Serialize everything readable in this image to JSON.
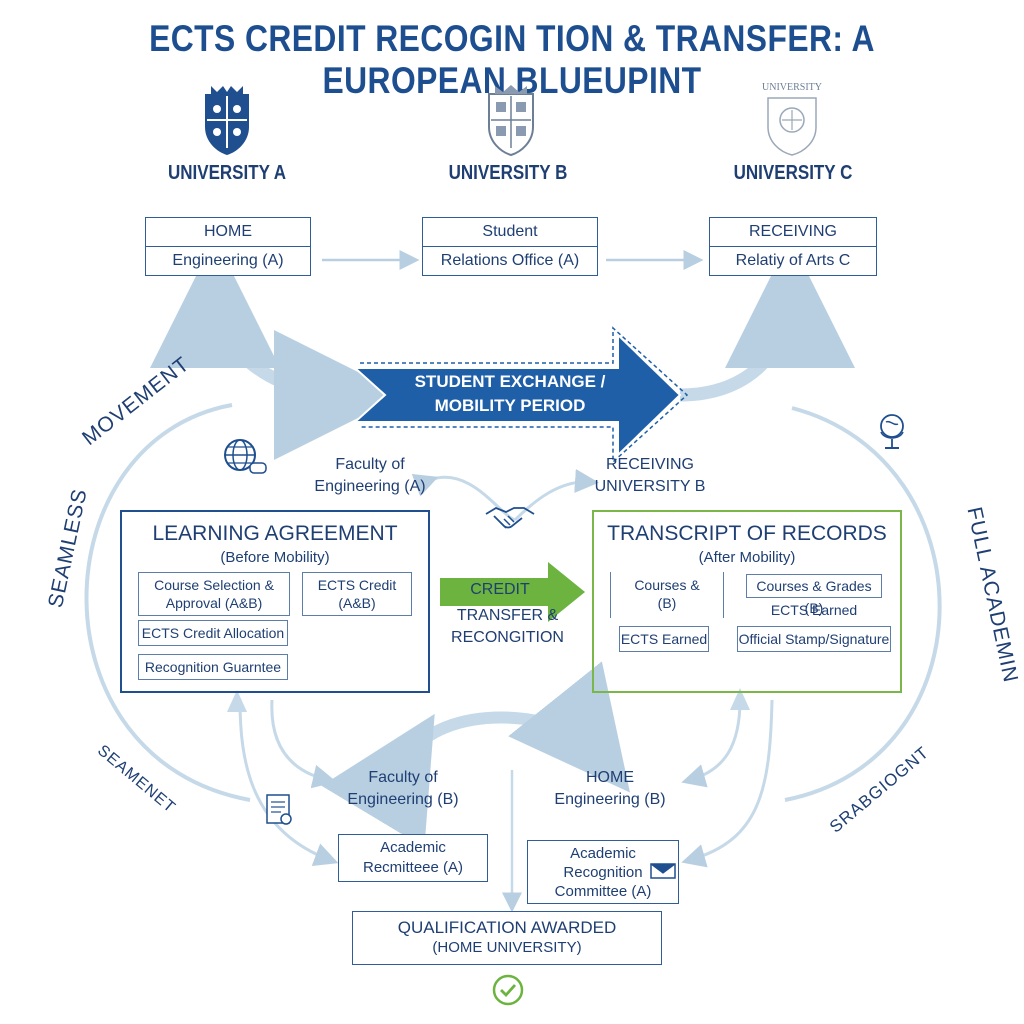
{
  "title": "ECTS CREDIT RECOGIN TION & TRANSFER: A EUROPEAN BLUEUPINT",
  "universities": [
    {
      "name": "UNIVERSITY A",
      "crest_icon": "shield-crest-icon"
    },
    {
      "name": "UNIVERSITY B",
      "crest_icon": "shield-crest-icon"
    },
    {
      "name": "UNIVERSITY C",
      "crest_icon": "university-seal-icon",
      "crest_text": "UNIVERSITY"
    }
  ],
  "top_boxes": [
    {
      "line1": "HOME",
      "line2": "Engineering (A)"
    },
    {
      "line1": "Student",
      "line2": "Relations Office (A)"
    },
    {
      "line1": "RECEIVING",
      "line2": "Relatiy of Arts C"
    }
  ],
  "mobility_arrow": {
    "line1": "STUDENT EXCHANGE /",
    "line2": "MOBILITY PERIOD",
    "color": "#1f5fa8"
  },
  "side_labels": {
    "movement": "MOVEMENT",
    "seamless": "SEAMLESS",
    "seamenet": "SEAMENET",
    "full_academic": "FULL ACADEMIN",
    "srabgiognt": "SRABGIOGNT"
  },
  "faculty_a": {
    "line1": "Faculty of",
    "line2": "Engineering (A)"
  },
  "receiving_b": {
    "line1": "RECEIVING",
    "line2": "UNIVERSITY B"
  },
  "learning_agreement": {
    "title": "LEARNING AGREEMENT",
    "subtitle": "(Before Mobility)",
    "items": {
      "course_selection": {
        "line1": "Course Selection &",
        "line2": "Approval (A&B)"
      },
      "ects_credit": {
        "line1": "ECTS Credit",
        "line2": "(A&B)"
      },
      "allocation": "ECTS Credit Allocation",
      "guarantee": "Recognition Guarntee"
    }
  },
  "credit_transfer": {
    "arrow_label": "CREDIT",
    "line1": "TRANSFER &",
    "line2": "RECONGITION",
    "color": "#6cb33f"
  },
  "transcript": {
    "title": "TRANSCRIPT OF RECORDS",
    "subtitle": "(After Mobility)",
    "items": {
      "courses": {
        "line1": "Courses &",
        "line2": "(B)"
      },
      "courses_grades": "Courses & Grades (B)",
      "ects_earned_plain": "ECTS Earned",
      "ects_earned": "ECTS Earned",
      "stamp": "Official Stamp/Signature"
    }
  },
  "faculty_b": {
    "line1": "Faculty of",
    "line2": "Engineering (B)"
  },
  "home_b": {
    "line1": "HOME",
    "line2": "Engineering (B)"
  },
  "committee_left": {
    "line1": "Academic",
    "line2": "Recmitteee (A)"
  },
  "committee_right": {
    "line1": "Academic",
    "line2": "Recognition",
    "line3": "Committee (A)"
  },
  "qualification": {
    "line1": "QUALIFICATION AWARDED",
    "line2": "(HOME UNIVERSITY)"
  },
  "colors": {
    "navy": "#1f4f8f",
    "light_arrow": "#c5d9e8",
    "green": "#6cb33f"
  }
}
